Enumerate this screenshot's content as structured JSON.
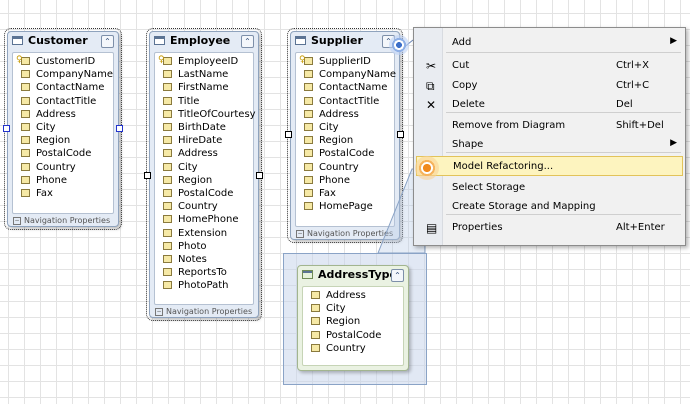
{
  "entities": {
    "customer": {
      "title": "Customer",
      "properties": [
        "CustomerID",
        "CompanyName",
        "ContactName",
        "ContactTitle",
        "Address",
        "City",
        "Region",
        "PostalCode",
        "Country",
        "Phone",
        "Fax"
      ],
      "nav": "Navigation Properties"
    },
    "employee": {
      "title": "Employee",
      "properties": [
        "EmployeeID",
        "LastName",
        "FirstName",
        "Title",
        "TitleOfCourtesy",
        "BirthDate",
        "HireDate",
        "Address",
        "City",
        "Region",
        "PostalCode",
        "Country",
        "HomePhone",
        "Extension",
        "Photo",
        "Notes",
        "ReportsTo",
        "PhotoPath"
      ],
      "nav": "Navigation Properties"
    },
    "supplier": {
      "title": "Supplier",
      "properties": [
        "SupplierID",
        "CompanyName",
        "ContactName",
        "ContactTitle",
        "Address",
        "City",
        "Region",
        "PostalCode",
        "Country",
        "Phone",
        "Fax",
        "HomePage"
      ],
      "nav": "Navigation Properties"
    },
    "addressType": {
      "title": "AddressType",
      "properties": [
        "Address",
        "City",
        "Region",
        "PostalCode",
        "Country"
      ]
    }
  },
  "collapse_glyph": "⌃",
  "context_menu": {
    "items": [
      {
        "label": "Add",
        "shortcut": "",
        "submenu": true,
        "icon": ""
      },
      {
        "label": "Cut",
        "shortcut": "Ctrl+X",
        "submenu": false,
        "icon": "scissors-icon"
      },
      {
        "label": "Copy",
        "shortcut": "Ctrl+C",
        "submenu": false,
        "icon": "copy-icon"
      },
      {
        "label": "Delete",
        "shortcut": "Del",
        "submenu": false,
        "icon": "delete-x-icon"
      },
      {
        "label": "Remove from Diagram",
        "shortcut": "Shift+Del",
        "submenu": false,
        "icon": ""
      },
      {
        "label": "Shape",
        "shortcut": "",
        "submenu": true,
        "icon": ""
      },
      {
        "label": "Model Refactoring...",
        "shortcut": "",
        "submenu": false,
        "icon": "",
        "highlighted": true
      },
      {
        "label": "Select Storage",
        "shortcut": "",
        "submenu": false,
        "icon": ""
      },
      {
        "label": "Create Storage and Mapping",
        "shortcut": "",
        "submenu": false,
        "icon": ""
      },
      {
        "label": "Properties",
        "shortcut": "Alt+Enter",
        "submenu": false,
        "icon": "properties-icon"
      }
    ]
  },
  "colors": {
    "entity_fill": "#e4ebf5",
    "complex_type_fill": "#eaf2e2",
    "menu_highlight": "#fdf4bf",
    "cursor_orange": "#f08a1e",
    "cursor_blue": "#3d6fc8"
  }
}
